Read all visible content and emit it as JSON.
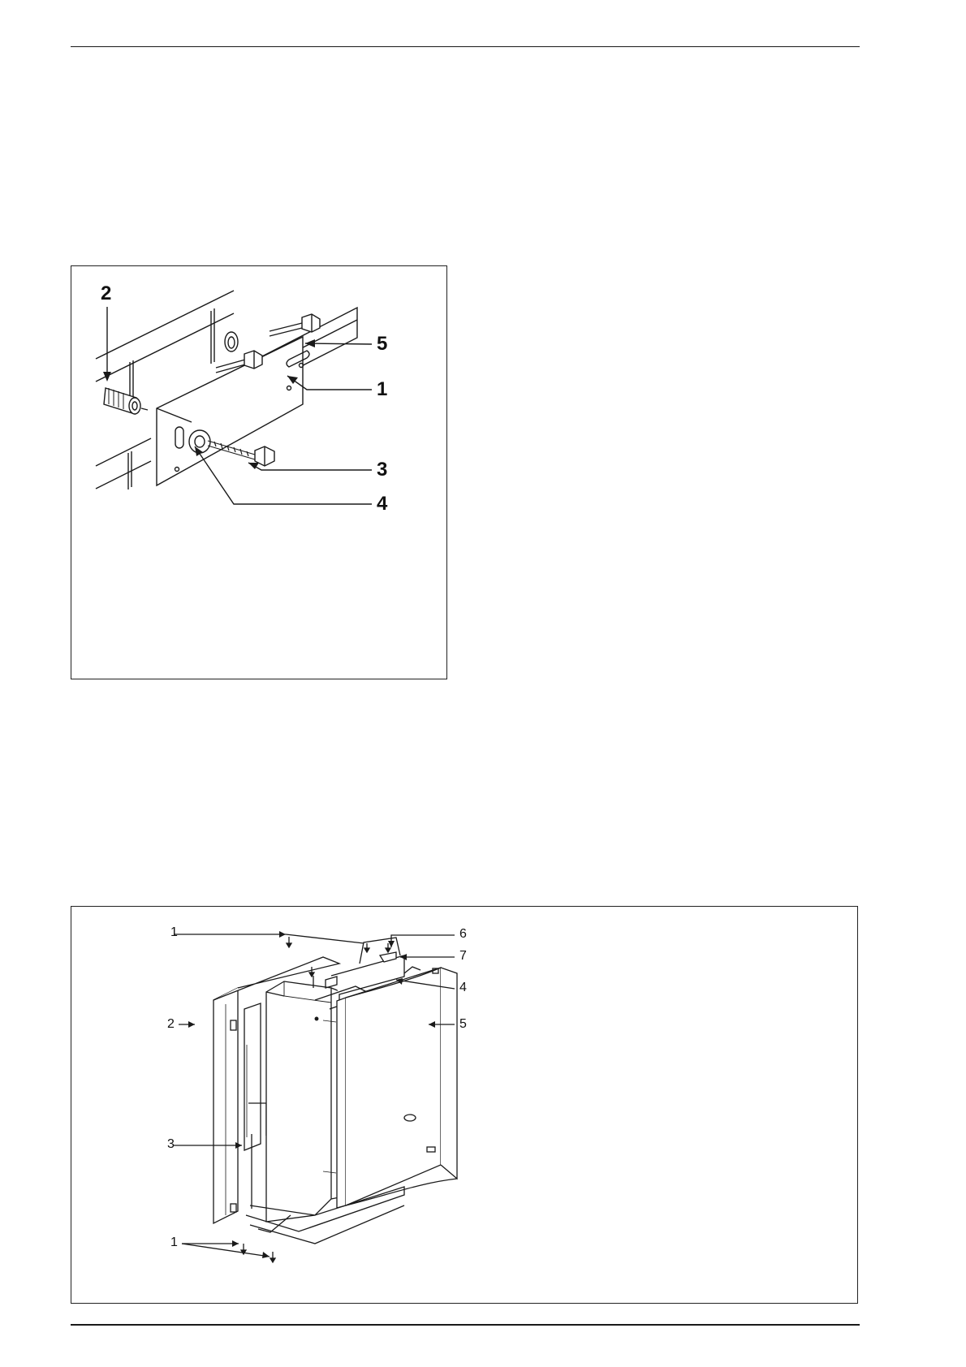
{
  "figure_bracket": {
    "callouts": {
      "c1": "1",
      "c2": "2",
      "c3": "3",
      "c4": "4",
      "c5": "5"
    }
  },
  "figure_casing": {
    "callouts": {
      "c1_top": "1",
      "c2": "2",
      "c3": "3",
      "c4": "4",
      "c5": "5",
      "c6": "6",
      "c7": "7",
      "c1_bottom": "1"
    }
  },
  "colors": {
    "line": "#1a1a1a",
    "paper": "#ffffff"
  }
}
